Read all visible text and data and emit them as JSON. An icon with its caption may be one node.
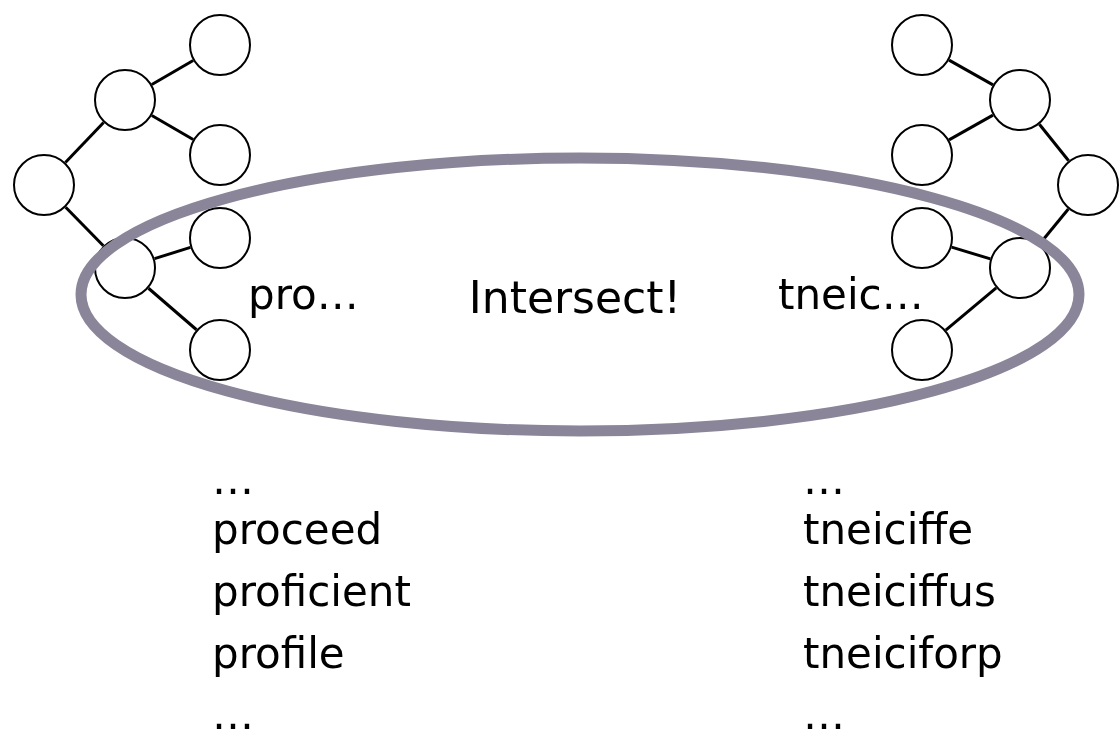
{
  "diagram": {
    "nodes": [
      {
        "text": [],
        "shape": "circle"
      },
      {
        "text": [],
        "shape": "circle"
      },
      {
        "text": [],
        "shape": "circle"
      },
      {
        "text": [],
        "shape": "circle"
      },
      {
        "text": [],
        "shape": "circle"
      },
      {
        "text": [],
        "shape": "circle"
      },
      {
        "text": [],
        "shape": "circle"
      },
      {
        "text": [
          "Intersect!"
        ]
      },
      {
        "text": [],
        "shape": "circle"
      },
      {
        "text": [],
        "shape": "circle"
      },
      {
        "text": [],
        "shape": "circle"
      },
      {
        "text": [],
        "shape": "circle"
      },
      {
        "text": [],
        "shape": "circle"
      },
      {
        "text": [],
        "shape": "circle"
      },
      {
        "text": [],
        "shape": "circle"
      }
    ],
    "edges": [
      {
        "from": 0,
        "to": 1,
        "arrow": "none"
      },
      {
        "from": 1,
        "to": 2,
        "arrow": "none"
      },
      {
        "from": 1,
        "to": 3,
        "arrow": "none"
      },
      {
        "from": 0,
        "to": 4,
        "arrow": "none"
      },
      {
        "from": 4,
        "to": 5,
        "arrow": "none"
      },
      {
        "from": 4,
        "to": 6,
        "arrow": "none"
      },
      {
        "from": 14,
        "to": 9,
        "arrow": "none"
      },
      {
        "from": 9,
        "to": 8,
        "arrow": "none"
      },
      {
        "from": 9,
        "to": 10,
        "arrow": "none"
      },
      {
        "from": 14,
        "to": 12,
        "arrow": "none"
      },
      {
        "from": 12,
        "to": 11,
        "arrow": "none"
      },
      {
        "from": 12,
        "to": 13,
        "arrow": "none"
      }
    ],
    "labels": [
      "pro…",
      "tneic…",
      "…",
      "proceed",
      "proficient",
      "profile",
      "…",
      "…",
      "tneiciffe",
      "tneiciffus",
      "tneiciforp",
      "…"
    ]
  }
}
